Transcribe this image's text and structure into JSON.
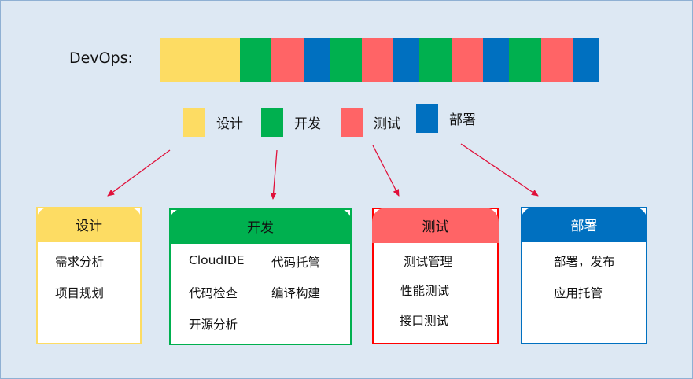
{
  "title": "DevOps:",
  "colors": {
    "design": "#fddc63",
    "develop": "#00b04f",
    "test": "#ff6466",
    "deploy": "#0070c0",
    "arrow": "#e0103a",
    "background": "#dde8f3"
  },
  "strip": [
    "design",
    "develop",
    "test",
    "deploy",
    "develop",
    "test",
    "deploy",
    "develop",
    "test",
    "deploy",
    "develop",
    "test",
    "deploy"
  ],
  "legend": [
    {
      "label": "设计",
      "color": "#fddc63"
    },
    {
      "label": "开发",
      "color": "#00b04f"
    },
    {
      "label": "测试",
      "color": "#ff6466"
    },
    {
      "label": "部署",
      "color": "#0070c0"
    }
  ],
  "boxes": [
    {
      "title": "设计",
      "color": "#fddc63",
      "items": [
        "需求分析",
        "项目规划"
      ]
    },
    {
      "title": "开发",
      "color": "#00b04f",
      "items": [
        "CloudIDE",
        "代码托管",
        "代码检查",
        "编译构建",
        "开源分析"
      ]
    },
    {
      "title": "测试",
      "color": "#ff6466",
      "items": [
        "测试管理",
        "性能测试",
        "接口测试"
      ]
    },
    {
      "title": "部署",
      "color": "#0070c0",
      "items": [
        "部署，发布",
        "应用托管"
      ]
    }
  ]
}
